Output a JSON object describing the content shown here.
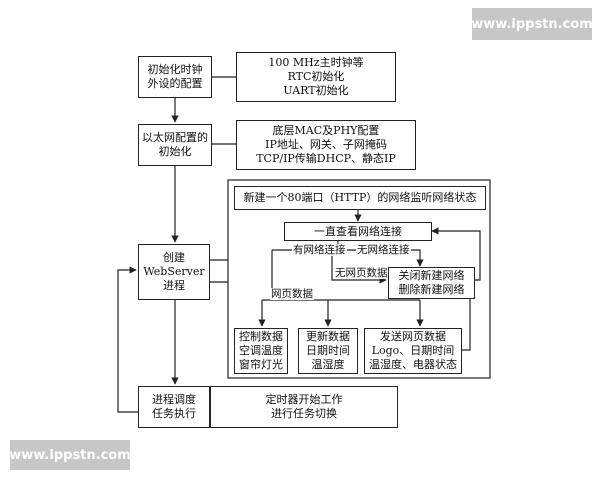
{
  "watermarks": {
    "top": "www.ippstn.com",
    "bottom": "www.ippstn.com"
  },
  "nodes": {
    "init_clock": [
      "初始化时钟",
      "外设的配置"
    ],
    "init_clock_detail": [
      "100 MHz主时钟等",
      "RTC初始化",
      "UART初始化"
    ],
    "init_eth": [
      "以太网配置的",
      "初始化"
    ],
    "init_eth_detail": [
      "底层MAC及PHY配置",
      "IP地址、网关、子网掩码",
      "TCP/IP传输DHCP、静态IP"
    ],
    "create_ws": [
      "创建",
      "WebServer",
      "进程"
    ],
    "new_port": [
      "新建一个80端口（HTTP）的网络监听网络状态"
    ],
    "view_conn": [
      "一直查看网络连接"
    ],
    "close_conn": [
      "关闭新建网络",
      "删除新建网络"
    ],
    "control": [
      "控制数据",
      "空调温度",
      "窗帘灯光"
    ],
    "update": [
      "更新数据",
      "日期时间",
      "温湿度"
    ],
    "send_page": [
      "发送网页数据",
      "Logo、日期时间",
      "温湿度、电器状态"
    ],
    "scheduler": [
      "进程调度",
      "任务执行"
    ],
    "timer": [
      "定时器开始工作",
      "进行任务切换"
    ]
  },
  "edge_labels": {
    "has_conn": "有网络连接",
    "no_conn": "无网络连接",
    "no_page": "无网页数据",
    "page_data": "网页数据"
  }
}
